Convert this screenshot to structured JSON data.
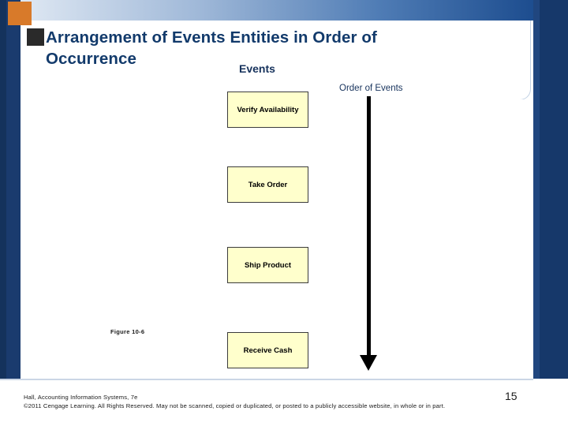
{
  "slide": {
    "title": "Arrangement of Events Entities in Order of Occurrence",
    "page_number": "15",
    "figure_label": "Figure 10-6",
    "footer_line1": "Hall, Accounting Information Systems, 7e",
    "footer_line2": "©2011 Cengage Learning. All Rights Reserved. May not be scanned, copied or duplicated, or posted to a publicly accessible website, in whole or in part."
  },
  "diagram": {
    "column_header": "Events",
    "axis_label": "Order of Events",
    "events": [
      {
        "label": "Verify Availability"
      },
      {
        "label": "Take Order"
      },
      {
        "label": "Ship Product"
      },
      {
        "label": "Receive Cash"
      }
    ],
    "arrow": {
      "name": "downward-arrow",
      "direction": "down"
    }
  },
  "theme": {
    "title_color": "#123a6b",
    "box_fill": "#ffffcc",
    "box_border": "#3b3b3b",
    "band_color": "#1a3b6e",
    "accent_square": "#d87a2a"
  }
}
